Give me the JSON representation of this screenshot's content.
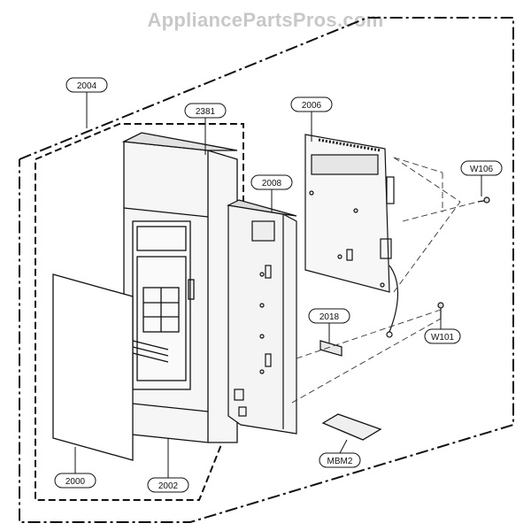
{
  "watermark": "AppliancePartsPros.com",
  "callouts": {
    "c2004": "2004",
    "c2381": "2381",
    "c2006": "2006",
    "c2008": "2008",
    "cW106": "W106",
    "c2018": "2018",
    "cW101": "W101",
    "cMBM2": "MBM2",
    "c2000": "2000",
    "c2002": "2002"
  }
}
